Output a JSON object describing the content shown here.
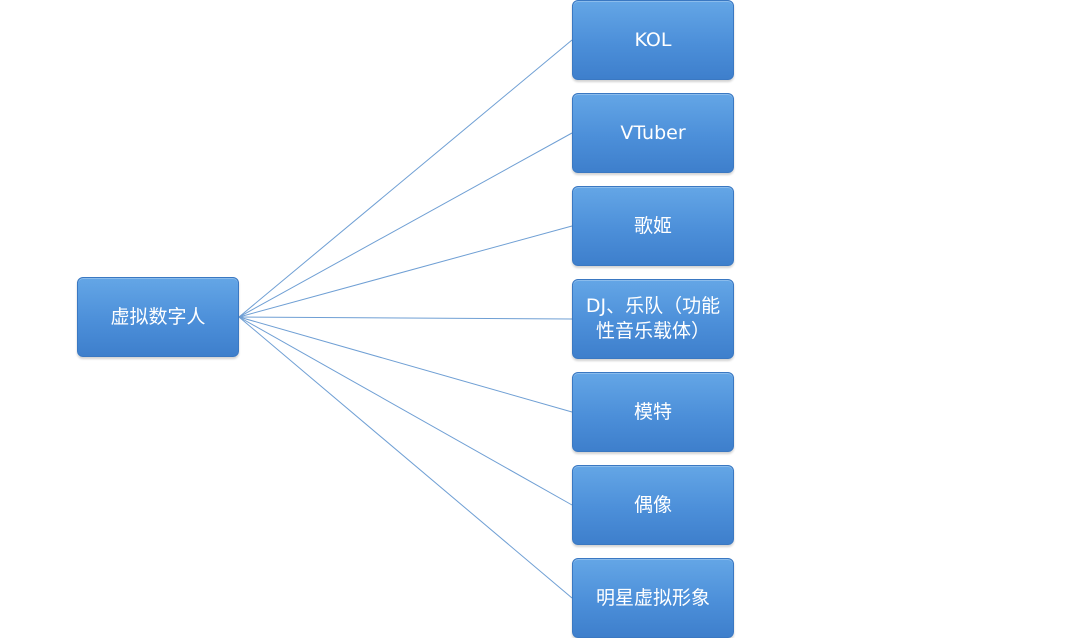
{
  "diagram": {
    "root": {
      "label": "虚拟数字人"
    },
    "children": [
      {
        "label": "KOL"
      },
      {
        "label": "VTuber"
      },
      {
        "label": "歌姬"
      },
      {
        "label": "DJ、乐队（功能\n性音乐载体）"
      },
      {
        "label": "模特"
      },
      {
        "label": "偶像"
      },
      {
        "label": "明星虚拟形象"
      }
    ],
    "colors": {
      "node_fill": "#4c8fd9",
      "node_border": "#3a78c2",
      "connector": "#6f9fd4",
      "text": "#ffffff"
    }
  }
}
